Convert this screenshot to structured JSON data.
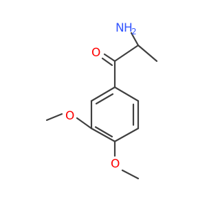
{
  "molecule": {
    "atoms": [
      {
        "id": "N",
        "label": "N",
        "sub_label": "H",
        "sub_count": "2",
        "color": "#3355ff"
      },
      {
        "id": "O_carbonyl",
        "label": "O",
        "color": "#ff0000"
      },
      {
        "id": "O_meta",
        "label": "O",
        "color": "#ff0000"
      },
      {
        "id": "O_para",
        "label": "O",
        "color": "#ff0000"
      }
    ],
    "bond_color": "#3f3f3f"
  }
}
